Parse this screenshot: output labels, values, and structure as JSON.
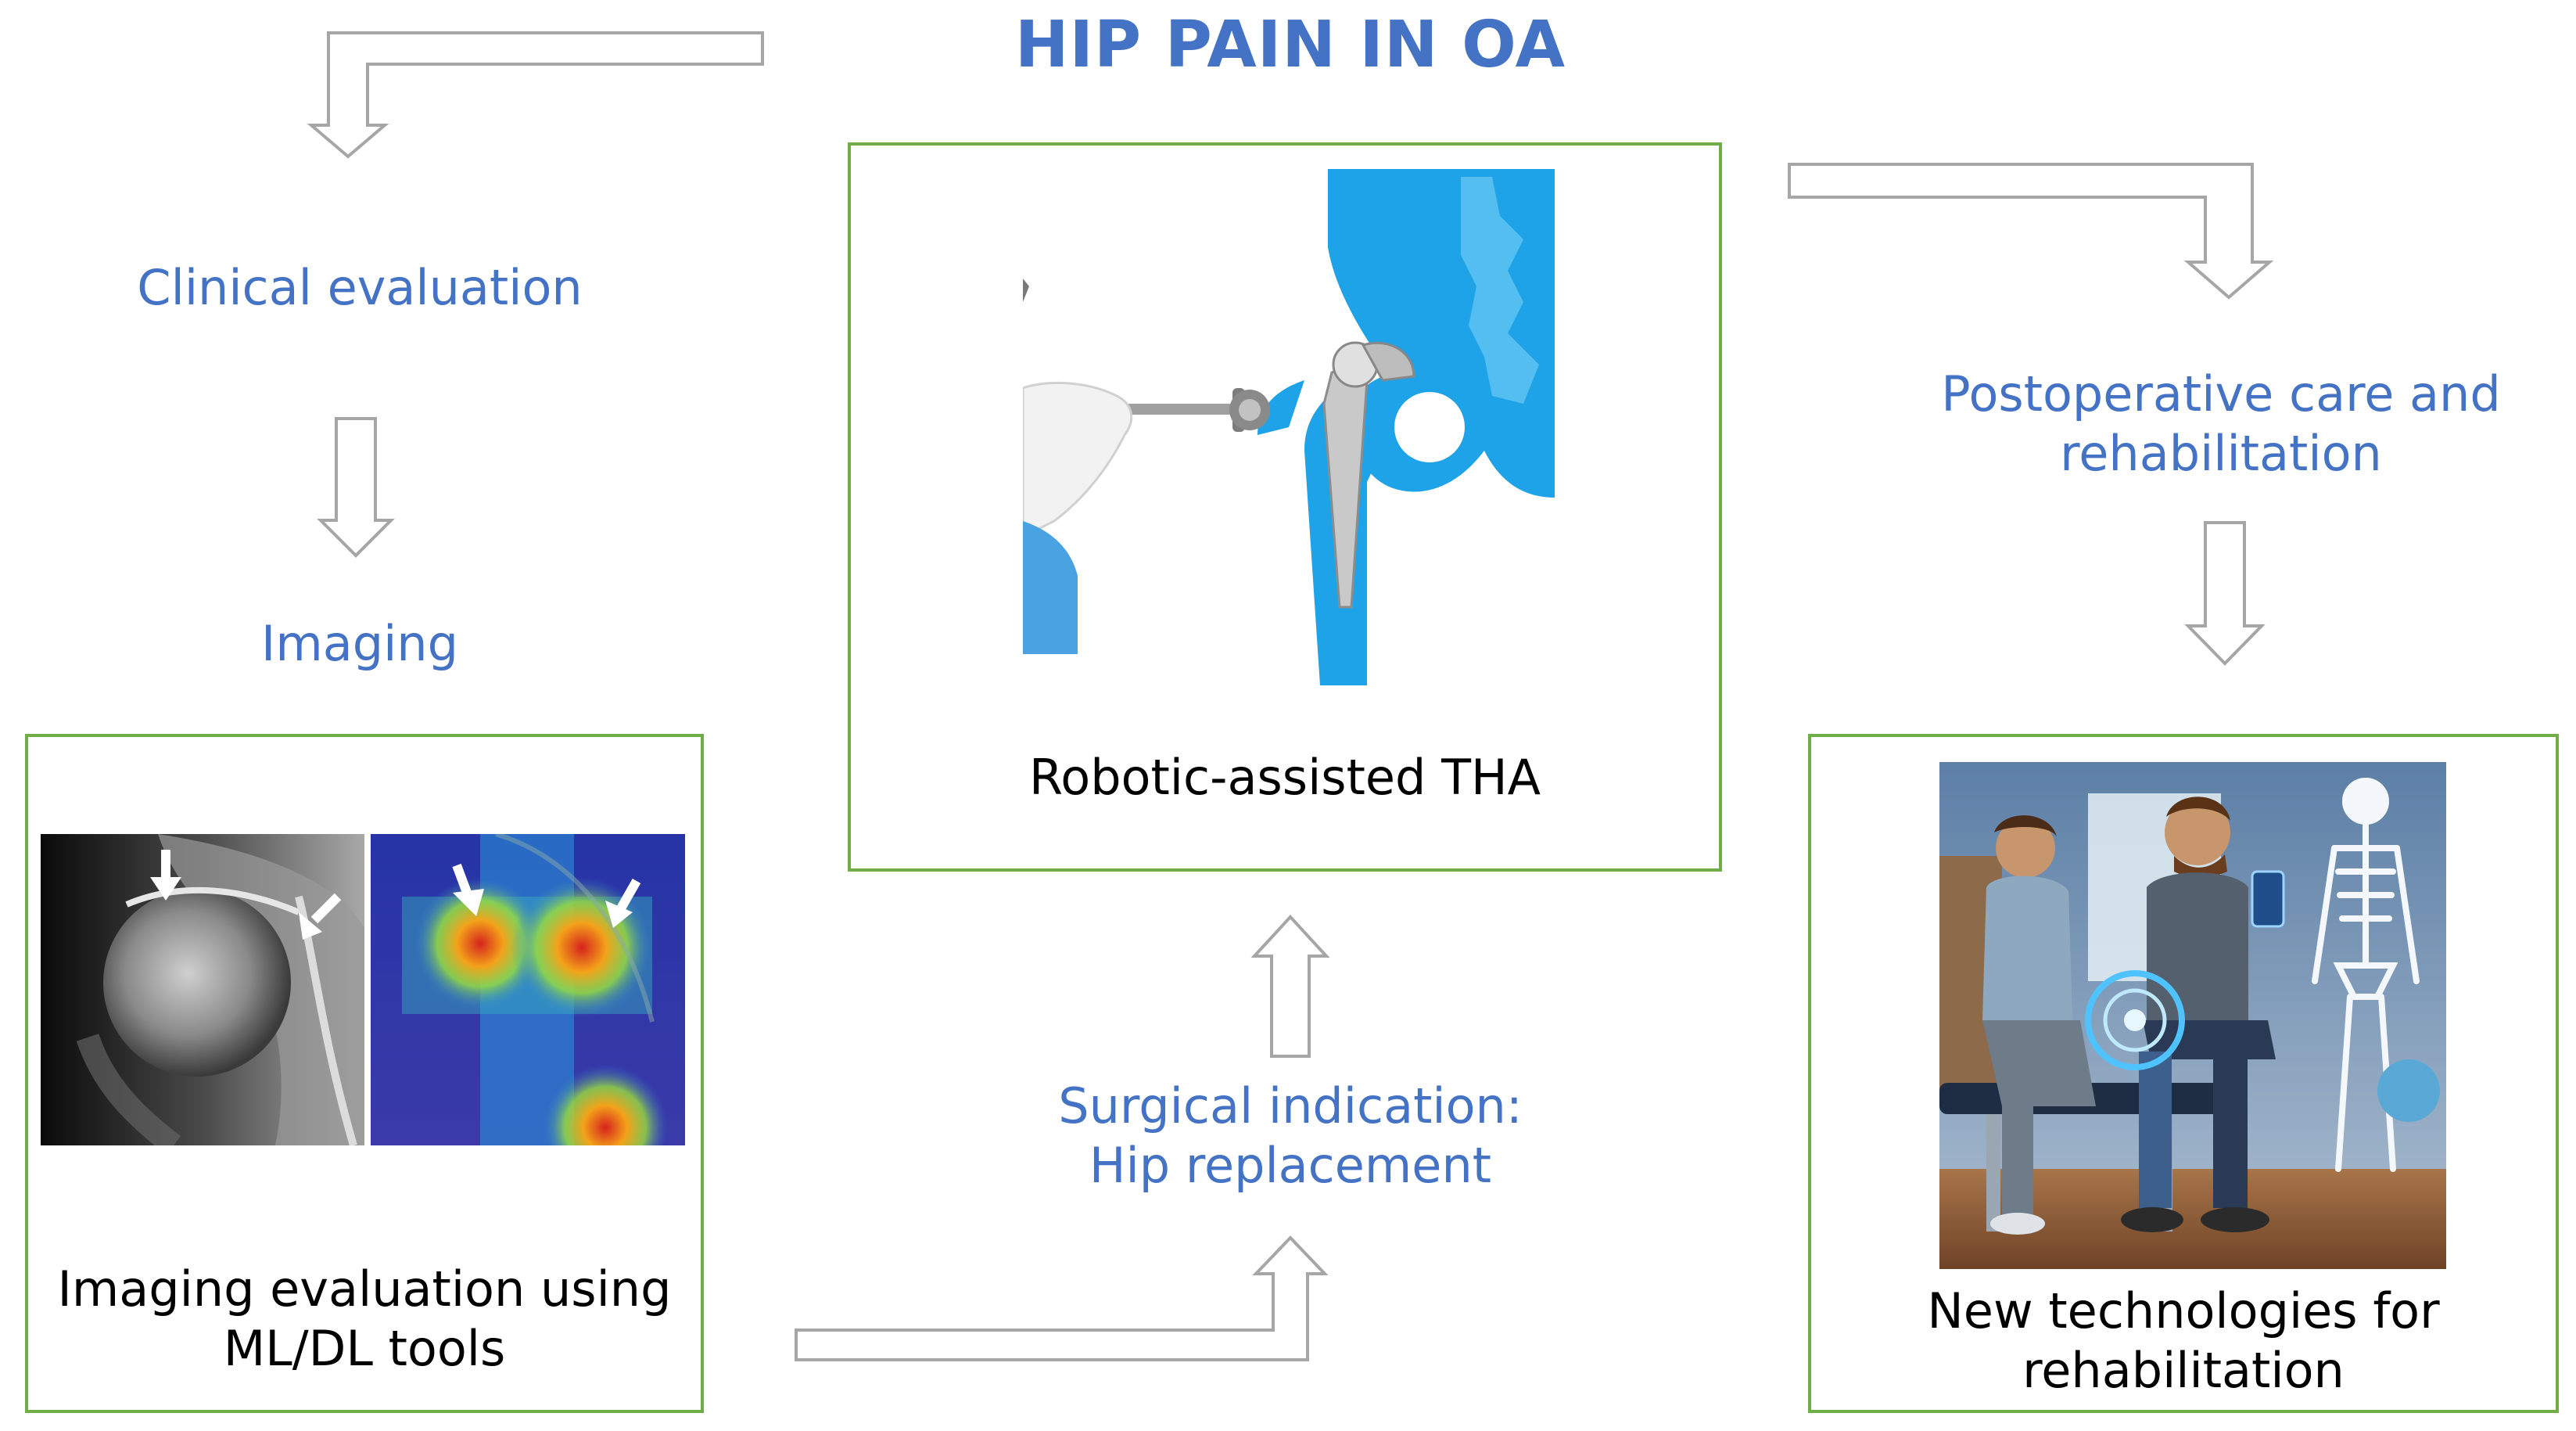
{
  "title": "HIP PAIN IN OA",
  "steps": {
    "clinical_evaluation": "Clinical evaluation",
    "imaging": "Imaging",
    "surgical_indication_line1": "Surgical indication:",
    "surgical_indication_line2": "Hip replacement",
    "postoperative_line1": "Postoperative care and",
    "postoperative_line2": "rehabilitation"
  },
  "boxes": {
    "imaging_eval_line1": "Imaging evaluation using",
    "imaging_eval_line2": "ML/DL tools",
    "robotic": "Robotic-assisted THA",
    "rehab_line1": "New technologies for",
    "rehab_line2": "rehabilitation"
  },
  "colors": {
    "accent_text": "#4472c4",
    "box_border": "#70ad47",
    "arrow_outline": "#a6a6a6",
    "bone_blue": "#1fa3e8"
  }
}
